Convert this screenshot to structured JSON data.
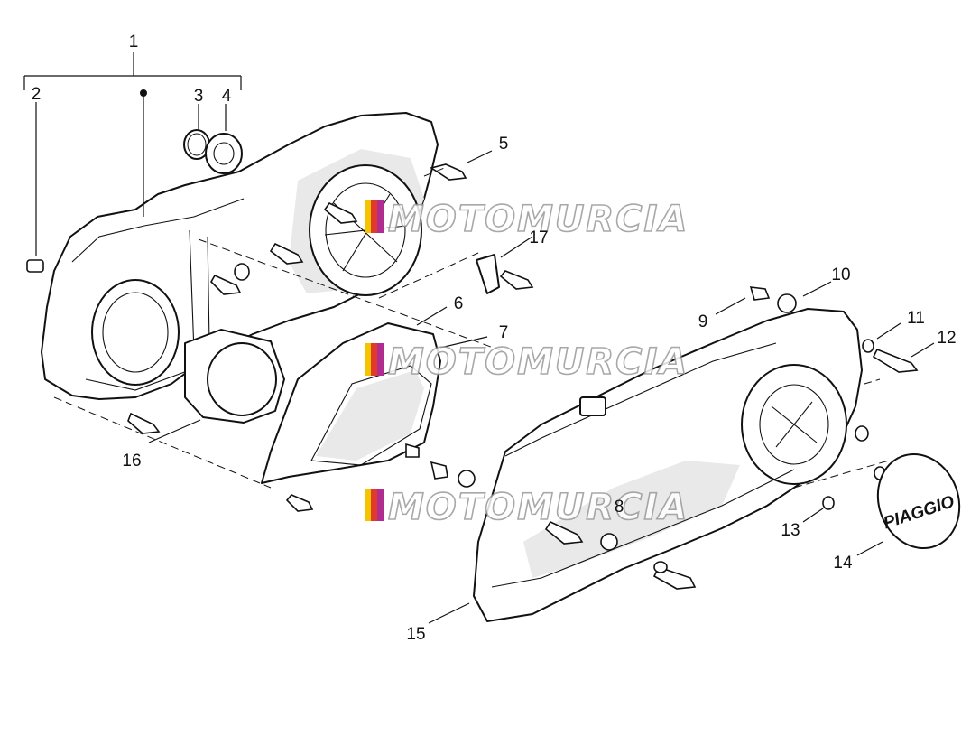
{
  "diagram": {
    "callouts": {
      "c1": "1",
      "c2": "2",
      "c3": "3",
      "c4": "4",
      "c5": "5",
      "c6": "6",
      "c7": "7",
      "c8": "8",
      "c9": "9",
      "c10": "10",
      "c11": "11",
      "c12": "12",
      "c13": "13",
      "c14": "14",
      "c15": "15",
      "c16": "16",
      "c17": "17"
    },
    "watermark": "MOTOMURCIA",
    "cap_logo": "PIAGGIO"
  }
}
